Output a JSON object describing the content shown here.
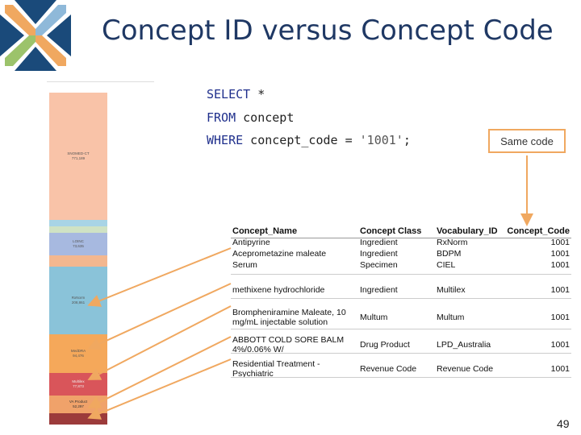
{
  "slide": {
    "title": "Concept ID versus Concept Code",
    "page_number": "49"
  },
  "sql": {
    "line1_kw": "SELECT",
    "line1_rest": " *",
    "line2_kw": "FROM",
    "line2_rest": " concept",
    "line3_kw": "WHERE",
    "line3_rest": " concept_code = ",
    "line3_str": "'1001'",
    "line3_end": ";"
  },
  "callout": {
    "label": "Same code",
    "border_color": "#f0a860"
  },
  "bar_segments": [
    {
      "label": "SNOMED-CT",
      "count": "771,189",
      "color": "#f9c3a8"
    },
    {
      "label": "",
      "count": "",
      "color": "#a8d4e6"
    },
    {
      "label": "",
      "count": "",
      "color": "#cfe2c4"
    },
    {
      "label": "LOINC",
      "count": "73,635",
      "color": "#a7b9e0"
    },
    {
      "label": "",
      "count": "",
      "color": "#f3b78f"
    },
    {
      "label": "RxNorm",
      "count": "208,861",
      "color": "#8ac3d9"
    },
    {
      "label": "MedDRA",
      "count": "94,476",
      "color": "#f5a85a"
    },
    {
      "label": "Multilex",
      "count": "77,873",
      "color": "#d9555a"
    },
    {
      "label": "VA Product",
      "count": "52,297",
      "color": "#f0a26a"
    },
    {
      "label": "",
      "count": "",
      "color": "#9c3b3b"
    }
  ],
  "table": {
    "headers": [
      "Concept_Name",
      "Concept Class",
      "Vocabulary_ID",
      "Concept_Code"
    ],
    "rows": [
      [
        "Antipyrine",
        "Ingredient",
        "RxNorm",
        "1001"
      ],
      [
        "Aceprometazine maleate",
        "Ingredient",
        "BDPM",
        "1001"
      ],
      [
        "Serum",
        "Specimen",
        "CIEL",
        "1001"
      ],
      [
        "methixene hydrochloride",
        "Ingredient",
        "Multilex",
        "1001"
      ],
      [
        "Brompheniramine Maleate, 10 mg/mL injectable solution",
        "Multum",
        "Multum",
        "1001"
      ],
      [
        "ABBOTT COLD SORE BALM 4%/0.06% W/",
        "Drug Product",
        "LPD_Australia",
        "1001"
      ],
      [
        "Residential Treatment - Psychiatric",
        "Revenue Code",
        "Revenue Code",
        "1001"
      ]
    ]
  },
  "colors": {
    "title": "#1f3864",
    "arrow": "#f0a860",
    "logo_blue": "#1a4a7a",
    "logo_orange": "#f0a860"
  }
}
